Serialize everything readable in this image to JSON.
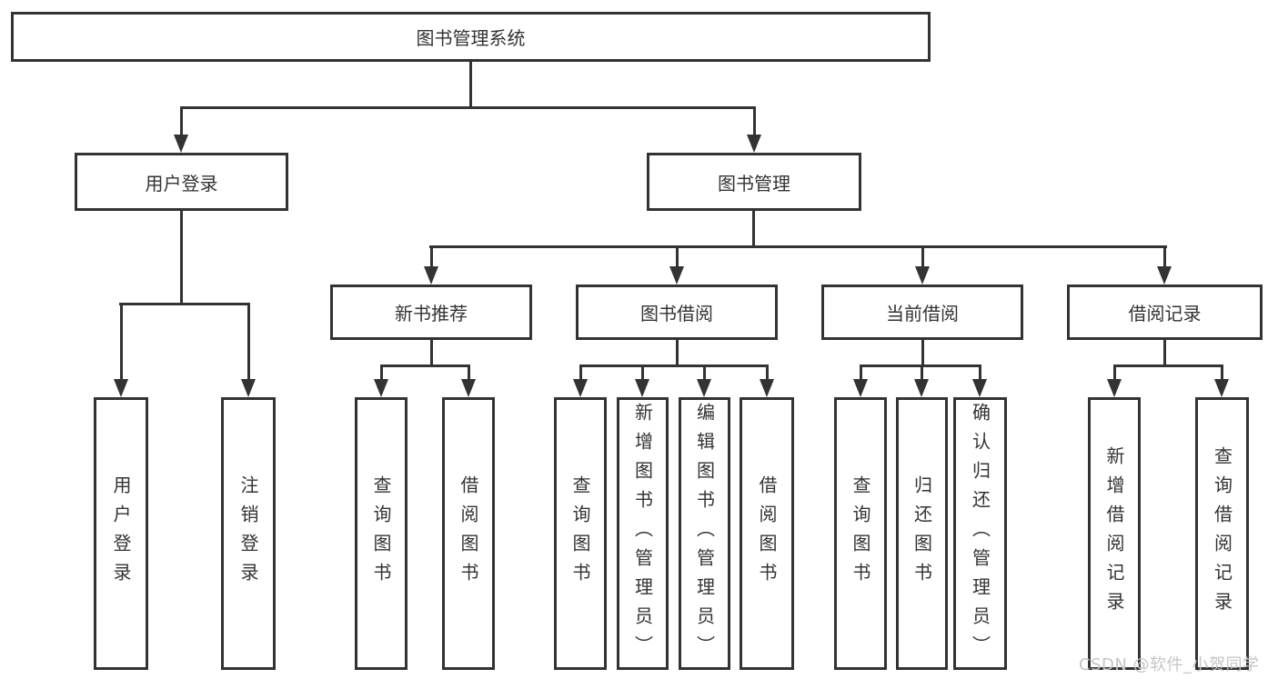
{
  "diagram": {
    "root": {
      "label": "图书管理系统"
    },
    "level2": [
      {
        "label": "用户登录"
      },
      {
        "label": "图书管理"
      }
    ],
    "level3": [
      {
        "label": "新书推荐"
      },
      {
        "label": "图书借阅"
      },
      {
        "label": "当前借阅"
      },
      {
        "label": "借阅记录"
      }
    ],
    "leaves": [
      {
        "label": "用户登录"
      },
      {
        "label": "注销登录"
      },
      {
        "label": "查询图书"
      },
      {
        "label": "借阅图书"
      },
      {
        "label": "查询图书"
      },
      {
        "label": "新增图书（管理员）"
      },
      {
        "label": "编辑图书（管理员）"
      },
      {
        "label": "借阅图书"
      },
      {
        "label": "查询图书"
      },
      {
        "label": "归还图书"
      },
      {
        "label": "确认归还（管理员）"
      },
      {
        "label": "新增借阅记录"
      },
      {
        "label": "查询借阅记录"
      }
    ]
  },
  "watermark": {
    "text": "CSDN @软件_小贺同学"
  },
  "colors": {
    "line": "#333333",
    "text": "#333333",
    "watermark": "#c5c5c5",
    "background": "#ffffff"
  }
}
